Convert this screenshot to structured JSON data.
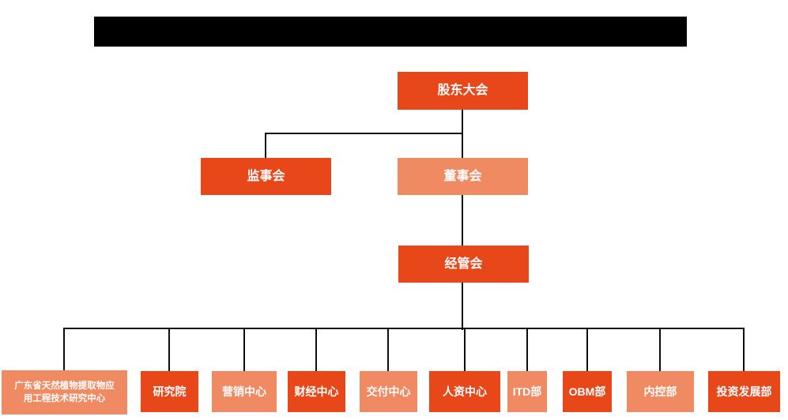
{
  "colors": {
    "primary_dark": "#E8471A",
    "primary_light": "#EF8A62",
    "connector": "#0D0D0D",
    "title_bar_bg": "#000000",
    "text": "#FFFFFF",
    "background": "#FFFFFF"
  },
  "org_chart": {
    "levels": [
      {
        "name": "level-1",
        "nodes": [
          {
            "label": "股东大会",
            "tone": "dark"
          }
        ]
      },
      {
        "name": "level-2",
        "nodes": [
          {
            "label": "监事会",
            "tone": "dark"
          },
          {
            "label": "董事会",
            "tone": "light"
          }
        ]
      },
      {
        "name": "level-3",
        "nodes": [
          {
            "label": "经管会",
            "tone": "dark"
          }
        ]
      },
      {
        "name": "level-4",
        "nodes": [
          {
            "label": "广东省天然植物提取物应\n用工程技术研究中心",
            "tone": "light"
          },
          {
            "label": "研究院",
            "tone": "dark"
          },
          {
            "label": "营销中心",
            "tone": "light"
          },
          {
            "label": "财经中心",
            "tone": "dark"
          },
          {
            "label": "交付中心",
            "tone": "light"
          },
          {
            "label": "人资中心",
            "tone": "dark"
          },
          {
            "label": "ITD部",
            "tone": "light"
          },
          {
            "label": "OBM部",
            "tone": "dark"
          },
          {
            "label": "内控部",
            "tone": "light"
          },
          {
            "label": "投资发展部",
            "tone": "dark"
          }
        ]
      }
    ]
  }
}
